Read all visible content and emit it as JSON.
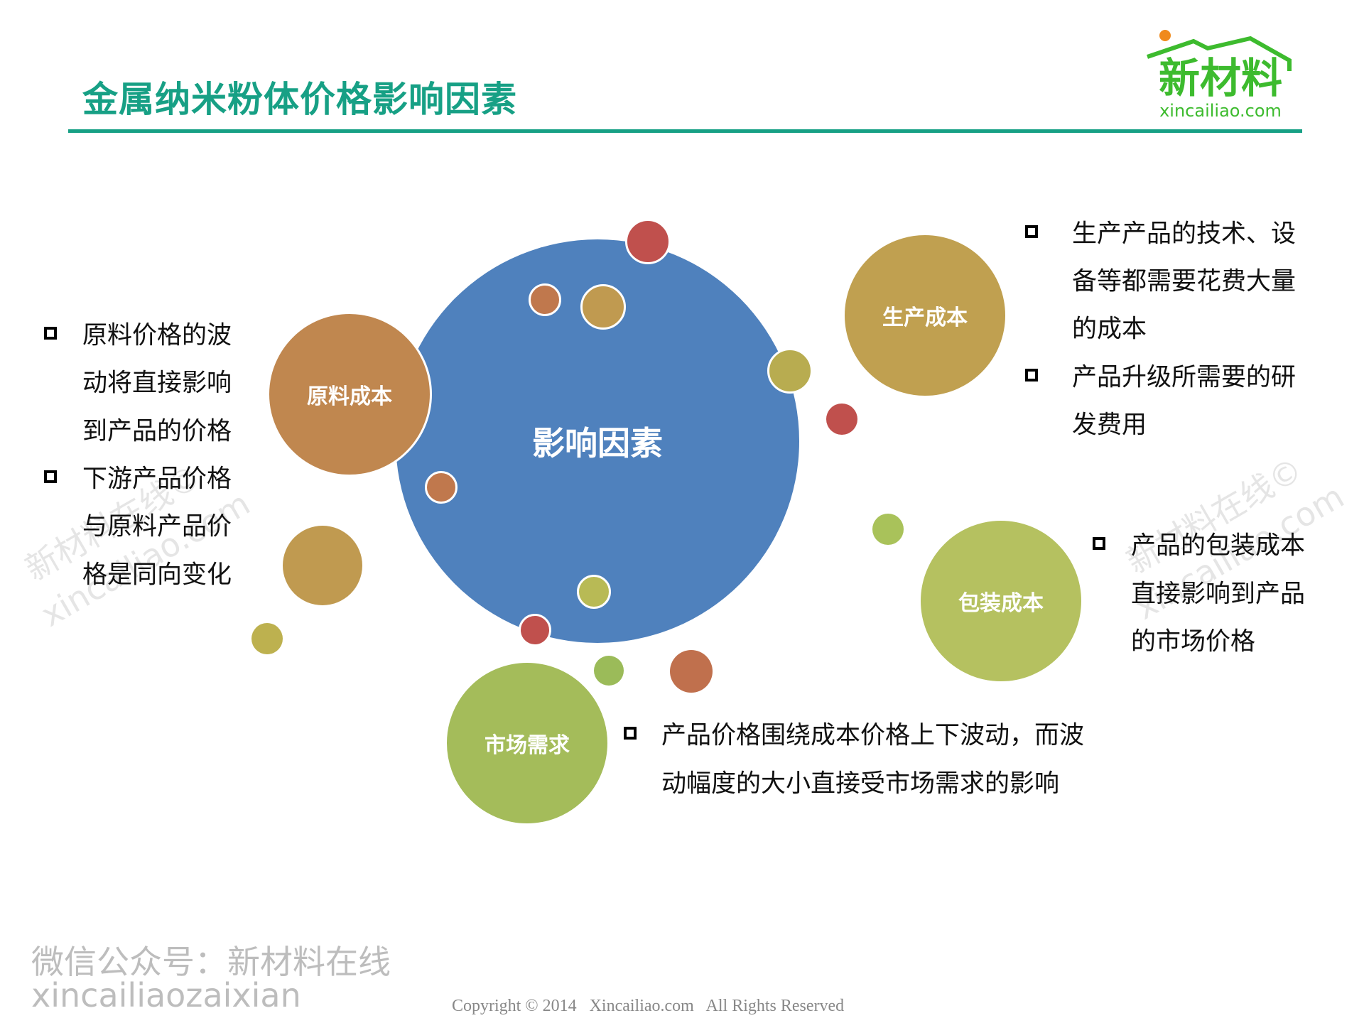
{
  "title": "金属纳米粉体价格影响因素",
  "logo": {
    "name": "新材料",
    "domain": "xincailiao.com"
  },
  "center": "影响因素",
  "factors": [
    "原料成本",
    "生产成本",
    "包装成本",
    "市场需求"
  ],
  "left_text": {
    "b1": [
      "原料价格的波",
      "动将直接影响",
      "到产品的价格"
    ],
    "b2": [
      "下游产品价格",
      "与原料产品价",
      "格是同向变化"
    ]
  },
  "right_top_text": {
    "b1": [
      "生产产品的技术、设",
      "备等都需要花费大量",
      "的成本"
    ],
    "b2": [
      "产品升级所需要的研",
      "发费用"
    ]
  },
  "right_mid_text": [
    "产品的包装成本",
    "直接影响到产品",
    "的市场价格"
  ],
  "bottom_text": [
    "产品价格围绕成本价格上下波动，而波",
    "动幅度的大小直接受市场需求的影响"
  ],
  "watermark": [
    "新材料在线©",
    "xincailiao.com"
  ],
  "footer": {
    "wechat": "微信公众号：新材料在线",
    "pinyin": "xincailiaozaixian",
    "copyright": "Copyright © 2014   Xincailiao.com   All Rights Reserved"
  },
  "colors": {
    "accent": "#17a085",
    "center": "#4f81bd"
  }
}
